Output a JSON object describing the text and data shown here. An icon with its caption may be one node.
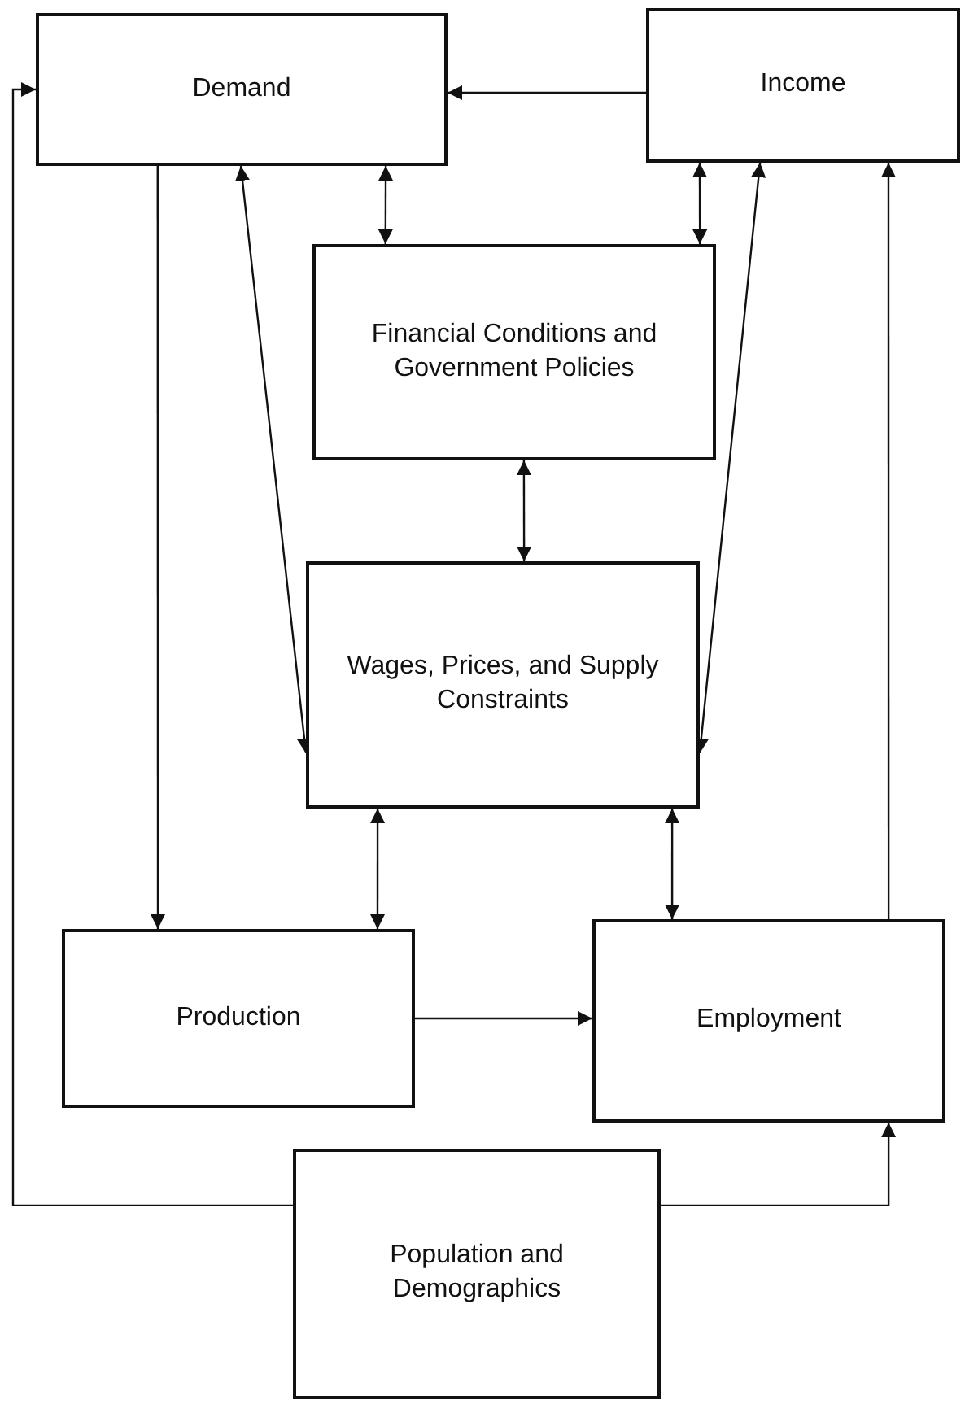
{
  "diagram": {
    "nodes": [
      {
        "text": [
          "Demand"
        ]
      },
      {
        "text": [
          "Income"
        ]
      },
      {
        "text": [
          "Financial Conditions and Government Policies"
        ]
      },
      {
        "text": [
          "Wages, Prices, and Supply Constraints"
        ]
      },
      {
        "text": [
          "Production"
        ]
      },
      {
        "text": [
          "Employment"
        ]
      },
      {
        "text": [
          "Population and Demographics"
        ]
      }
    ],
    "edges": [
      {
        "from": 1,
        "to": 0,
        "arrow": "to"
      },
      {
        "from": 0,
        "to": 2,
        "arrow": "both"
      },
      {
        "from": 0,
        "to": 3,
        "arrow": "both"
      },
      {
        "from": 1,
        "to": 2,
        "arrow": "both"
      },
      {
        "from": 1,
        "to": 3,
        "arrow": "both"
      },
      {
        "from": 2,
        "to": 3,
        "arrow": "both"
      },
      {
        "from": 0,
        "to": 4,
        "arrow": "to"
      },
      {
        "from": 3,
        "to": 4,
        "arrow": "both"
      },
      {
        "from": 3,
        "to": 5,
        "arrow": "both"
      },
      {
        "from": 4,
        "to": 5,
        "arrow": "to"
      },
      {
        "from": 5,
        "to": 1,
        "arrow": "to"
      },
      {
        "from": 6,
        "to": 0,
        "arrow": "to"
      },
      {
        "from": 6,
        "to": 5,
        "arrow": "to"
      }
    ]
  }
}
